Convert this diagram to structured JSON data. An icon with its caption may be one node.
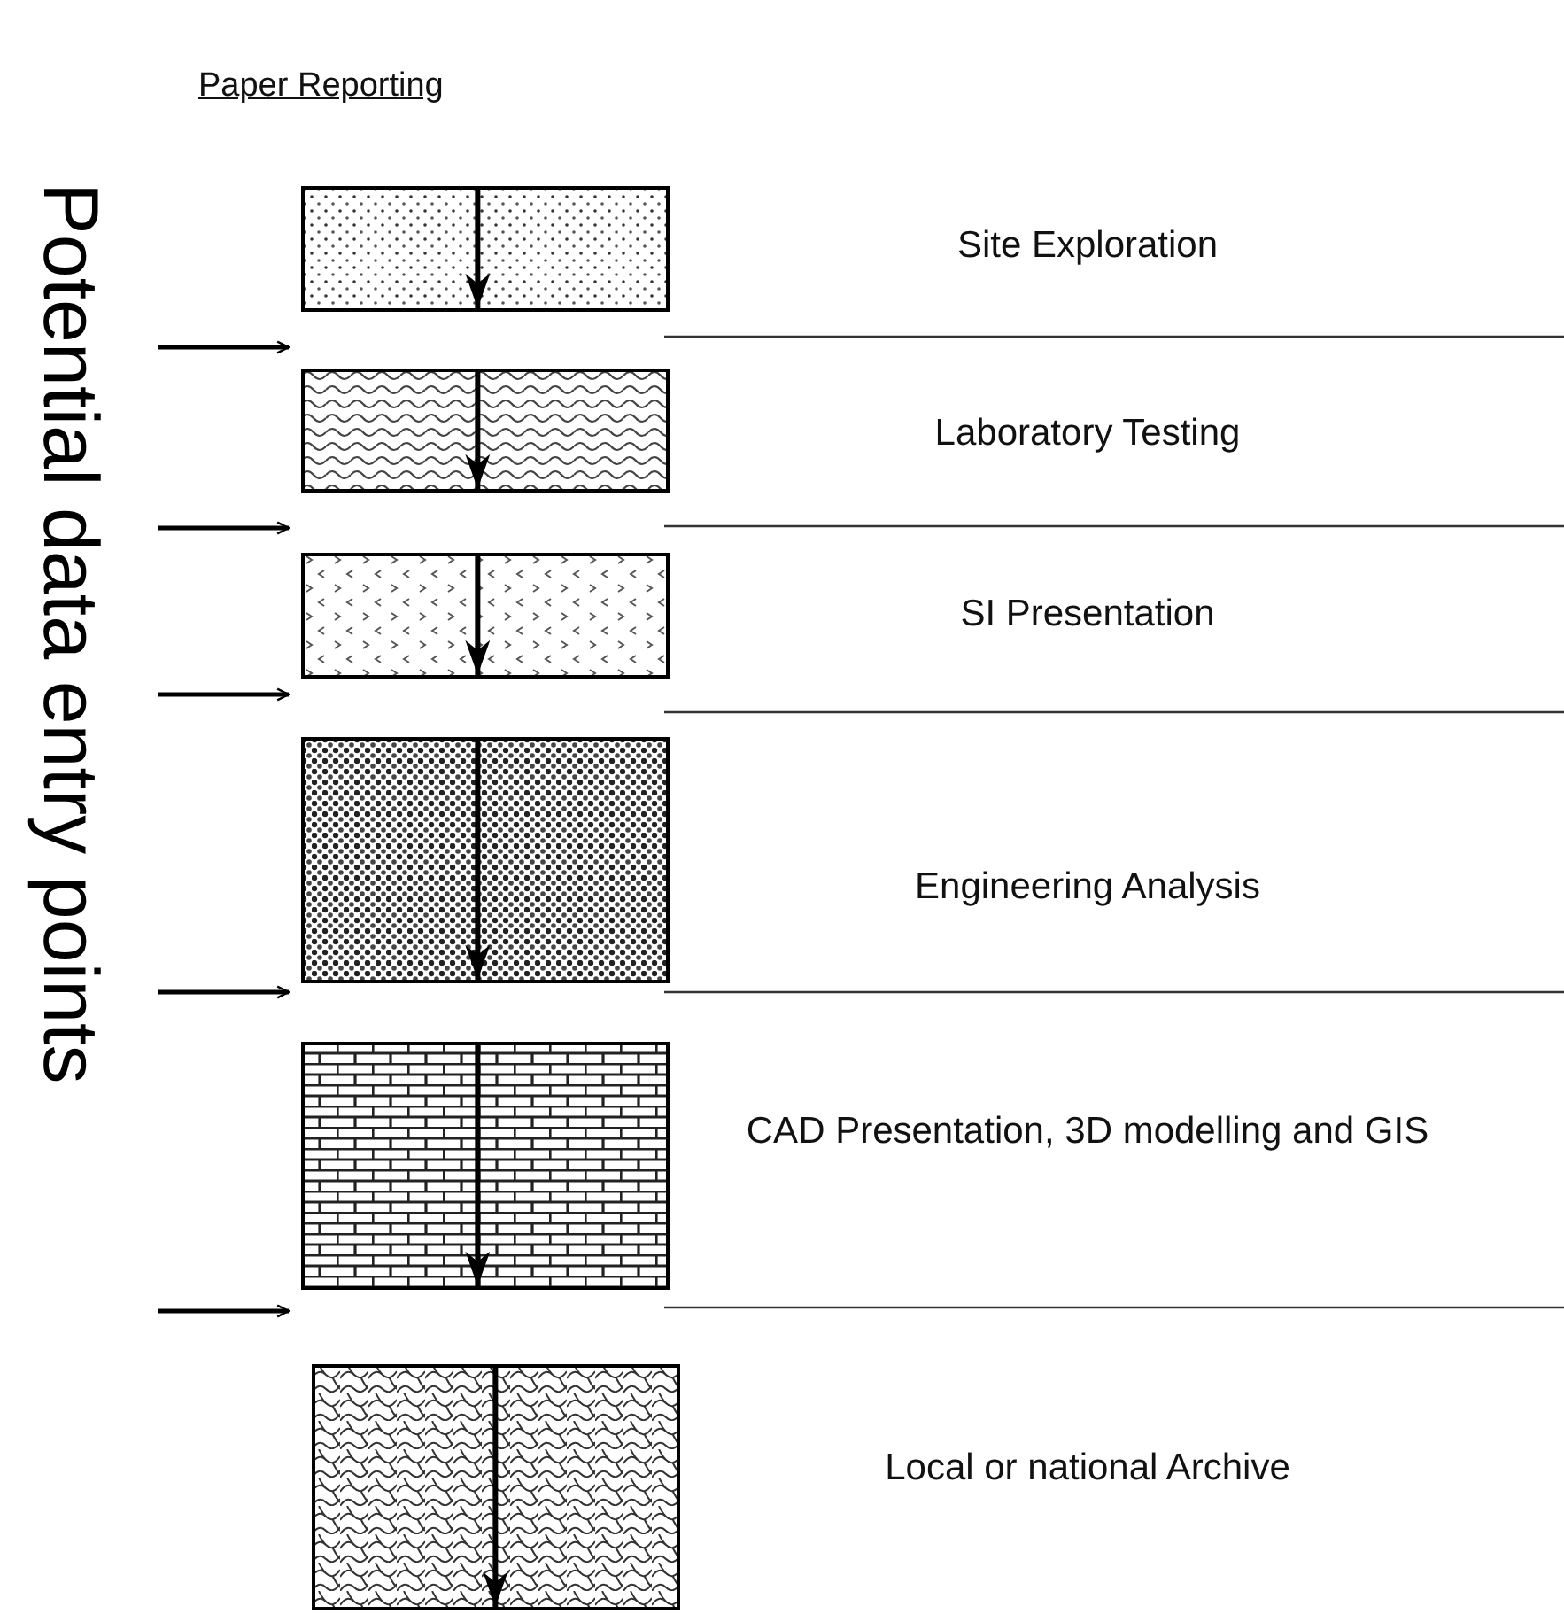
{
  "diagram": {
    "title": "Paper Reporting",
    "nodes": [
      {
        "text": [],
        "shape": "box"
      },
      {
        "text": [],
        "shape": "box"
      },
      {
        "text": [],
        "shape": "box"
      },
      {
        "text": [],
        "shape": "box"
      },
      {
        "text": [],
        "shape": "box"
      },
      {
        "text": [],
        "shape": "box"
      }
    ],
    "labels": [
      "Potential data entry points",
      "Site Exploration",
      "Laboratory Testing",
      "SI Presentation",
      "Engineering Analysis",
      "CAD Presentation, 3D modelling and GIS",
      "Local or national Archive"
    ]
  }
}
